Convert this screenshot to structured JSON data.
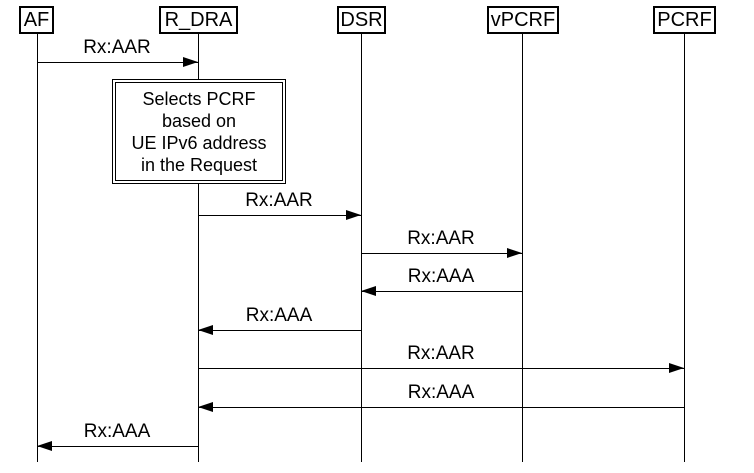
{
  "diagram": {
    "type": "sequence-diagram",
    "background_color": "#ffffff",
    "line_color": "#000000",
    "text_color": "#000000",
    "participants": [
      {
        "name": "AF"
      },
      {
        "name": "R_DRA"
      },
      {
        "name": "DSR"
      },
      {
        "name": "vPCRF"
      },
      {
        "name": "PCRF"
      }
    ],
    "note": {
      "attached_to": "R_DRA",
      "lines": [
        "Selects PCRF",
        "based on",
        "UE IPv6 address",
        "in the Request"
      ]
    },
    "messages": [
      {
        "from": "AF",
        "to": "R_DRA",
        "label": "Rx:AAR"
      },
      {
        "from": "R_DRA",
        "to": "DSR",
        "label": "Rx:AAR"
      },
      {
        "from": "DSR",
        "to": "vPCRF",
        "label": "Rx:AAR"
      },
      {
        "from": "vPCRF",
        "to": "DSR",
        "label": "Rx:AAA"
      },
      {
        "from": "DSR",
        "to": "R_DRA",
        "label": "Rx:AAA"
      },
      {
        "from": "R_DRA",
        "to": "PCRF",
        "label": "Rx:AAR"
      },
      {
        "from": "PCRF",
        "to": "R_DRA",
        "label": "Rx:AAA"
      },
      {
        "from": "R_DRA",
        "to": "AF",
        "label": "Rx:AAA"
      }
    ]
  }
}
